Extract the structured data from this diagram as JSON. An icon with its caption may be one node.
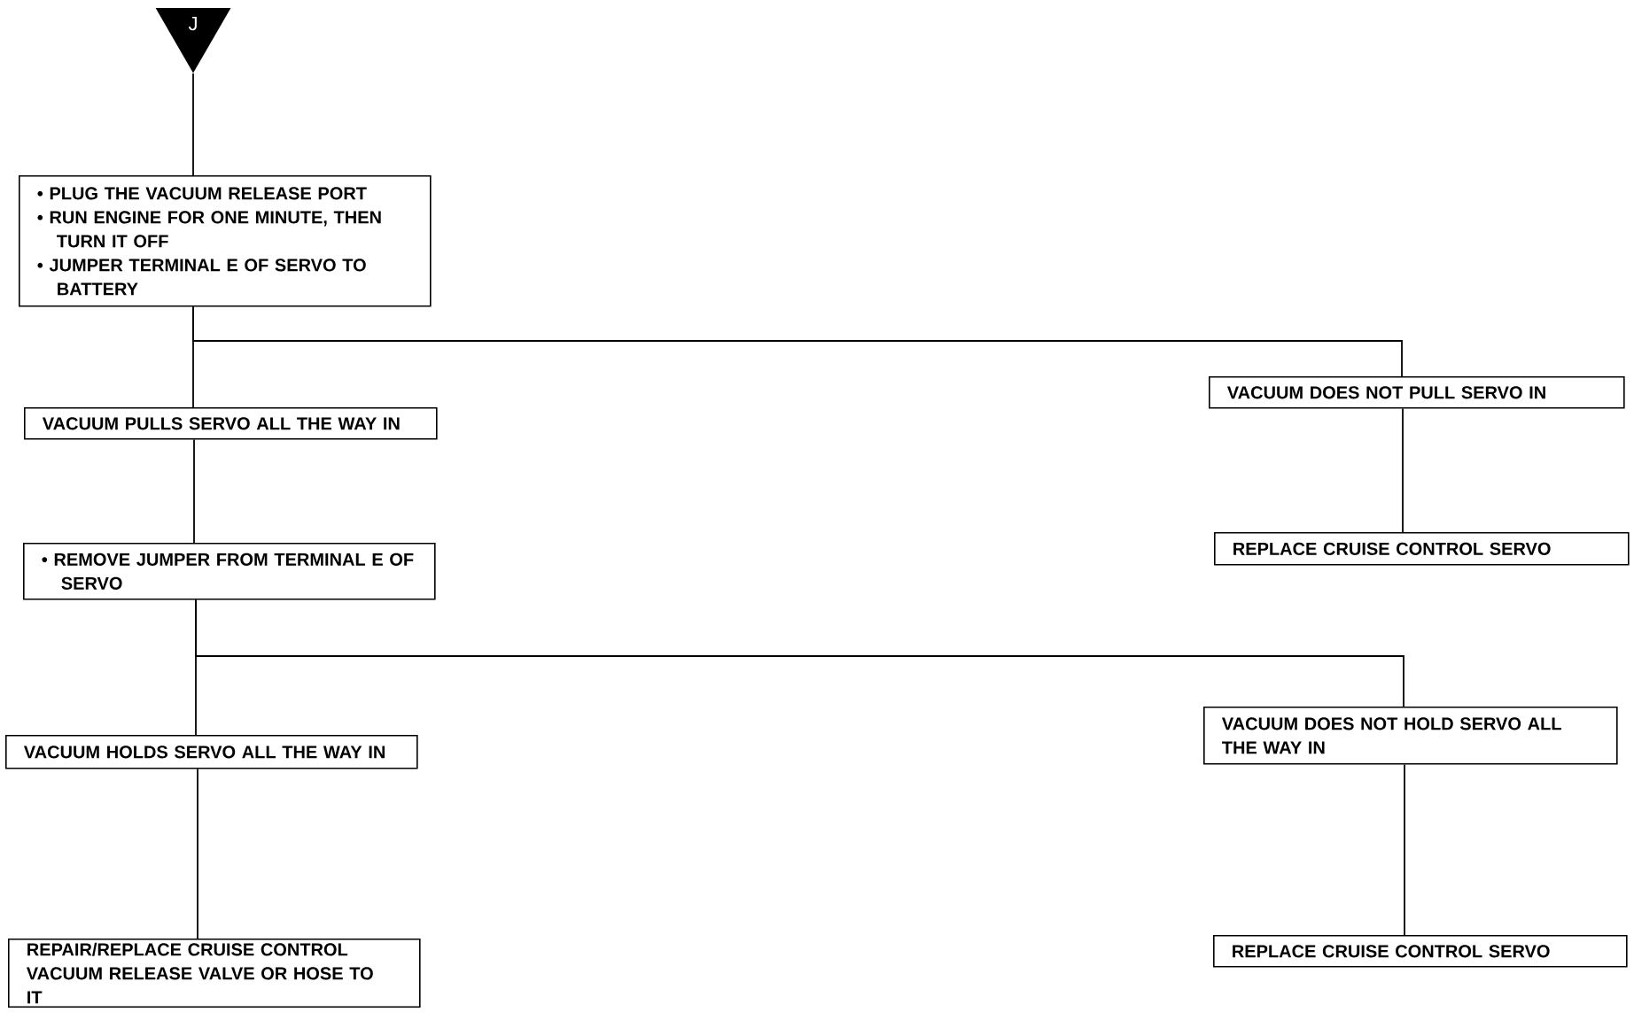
{
  "diagram": {
    "nodes": [
      {
        "text": [
          "J"
        ]
      },
      {
        "text": [
          "• PLUG THE VACUUM RELEASE PORT",
          "• RUN ENGINE FOR ONE MINUTE, THEN TURN IT OFF",
          "• JUMPER TERMINAL E OF SERVO TO BATTERY"
        ]
      },
      {
        "text": [
          "VACUUM PULLS SERVO ALL THE WAY IN"
        ]
      },
      {
        "text": [
          "VACUUM DOES NOT PULL SERVO IN"
        ]
      },
      {
        "text": [
          "REPLACE CRUISE CONTROL SERVO"
        ]
      },
      {
        "text": [
          "• REMOVE JUMPER FROM TERMINAL E OF SERVO"
        ]
      },
      {
        "text": [
          "VACUUM HOLDS SERVO ALL THE WAY IN"
        ]
      },
      {
        "text": [
          "VACUUM DOES NOT HOLD SERVO ALL THE WAY IN"
        ]
      },
      {
        "text": [
          "REPAIR/REPLACE CRUISE CONTROL VACUUM RELEASE VALVE OR HOSE TO IT"
        ]
      },
      {
        "text": [
          "REPLACE CRUISE CONTROL SERVO"
        ]
      }
    ],
    "edges": [
      {
        "from": 0,
        "to": 1,
        "arrow": "none"
      },
      {
        "from": 1,
        "to": 2,
        "arrow": "none"
      },
      {
        "from": 1,
        "to": 3,
        "arrow": "none"
      },
      {
        "from": 2,
        "to": 5,
        "arrow": "none"
      },
      {
        "from": 3,
        "to": 4,
        "arrow": "none"
      },
      {
        "from": 5,
        "to": 6,
        "arrow": "none"
      },
      {
        "from": 5,
        "to": 7,
        "arrow": "none"
      },
      {
        "from": 6,
        "to": 8,
        "arrow": "none"
      },
      {
        "from": 7,
        "to": 9,
        "arrow": "none"
      }
    ]
  }
}
